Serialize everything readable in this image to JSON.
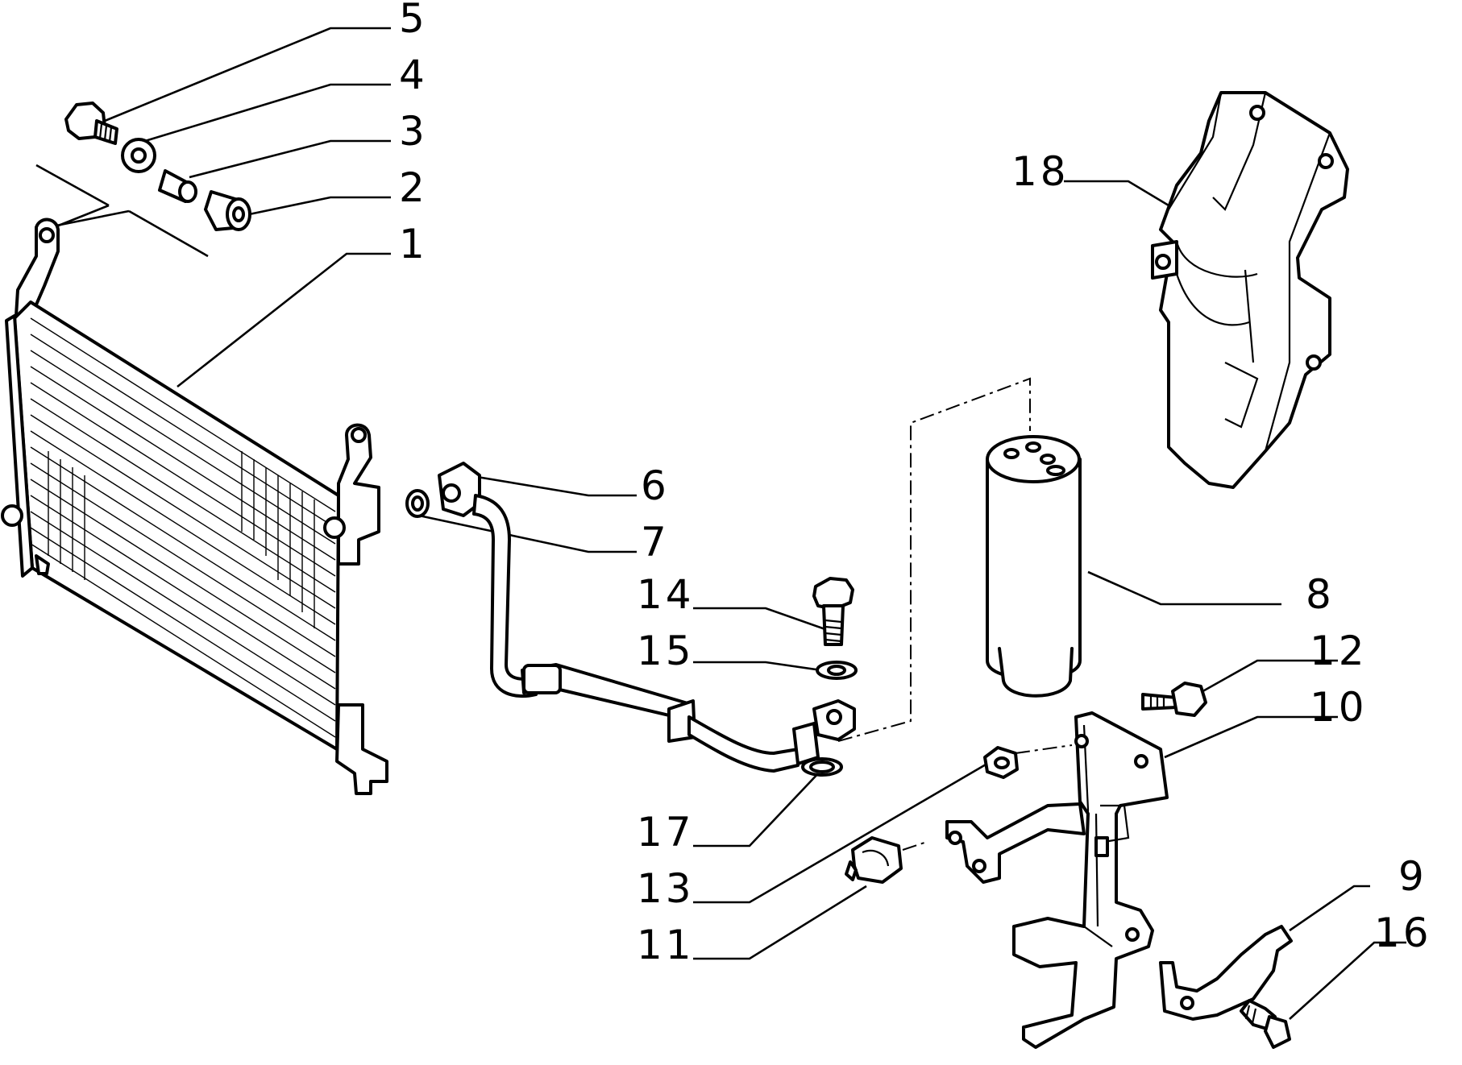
{
  "callouts": [
    {
      "id": "c5",
      "label": "5"
    },
    {
      "id": "c4",
      "label": "4"
    },
    {
      "id": "c3",
      "label": "3"
    },
    {
      "id": "c2",
      "label": "2"
    },
    {
      "id": "c1",
      "label": "1"
    },
    {
      "id": "c18",
      "label": "18"
    },
    {
      "id": "c6",
      "label": "6"
    },
    {
      "id": "c7",
      "label": "7"
    },
    {
      "id": "c14",
      "label": "14"
    },
    {
      "id": "c15",
      "label": "15"
    },
    {
      "id": "c8",
      "label": "8"
    },
    {
      "id": "c12",
      "label": "12"
    },
    {
      "id": "c10",
      "label": "10"
    },
    {
      "id": "c17",
      "label": "17"
    },
    {
      "id": "c13",
      "label": "13"
    },
    {
      "id": "c11",
      "label": "11"
    },
    {
      "id": "c9",
      "label": "9"
    },
    {
      "id": "c16",
      "label": "16"
    }
  ]
}
